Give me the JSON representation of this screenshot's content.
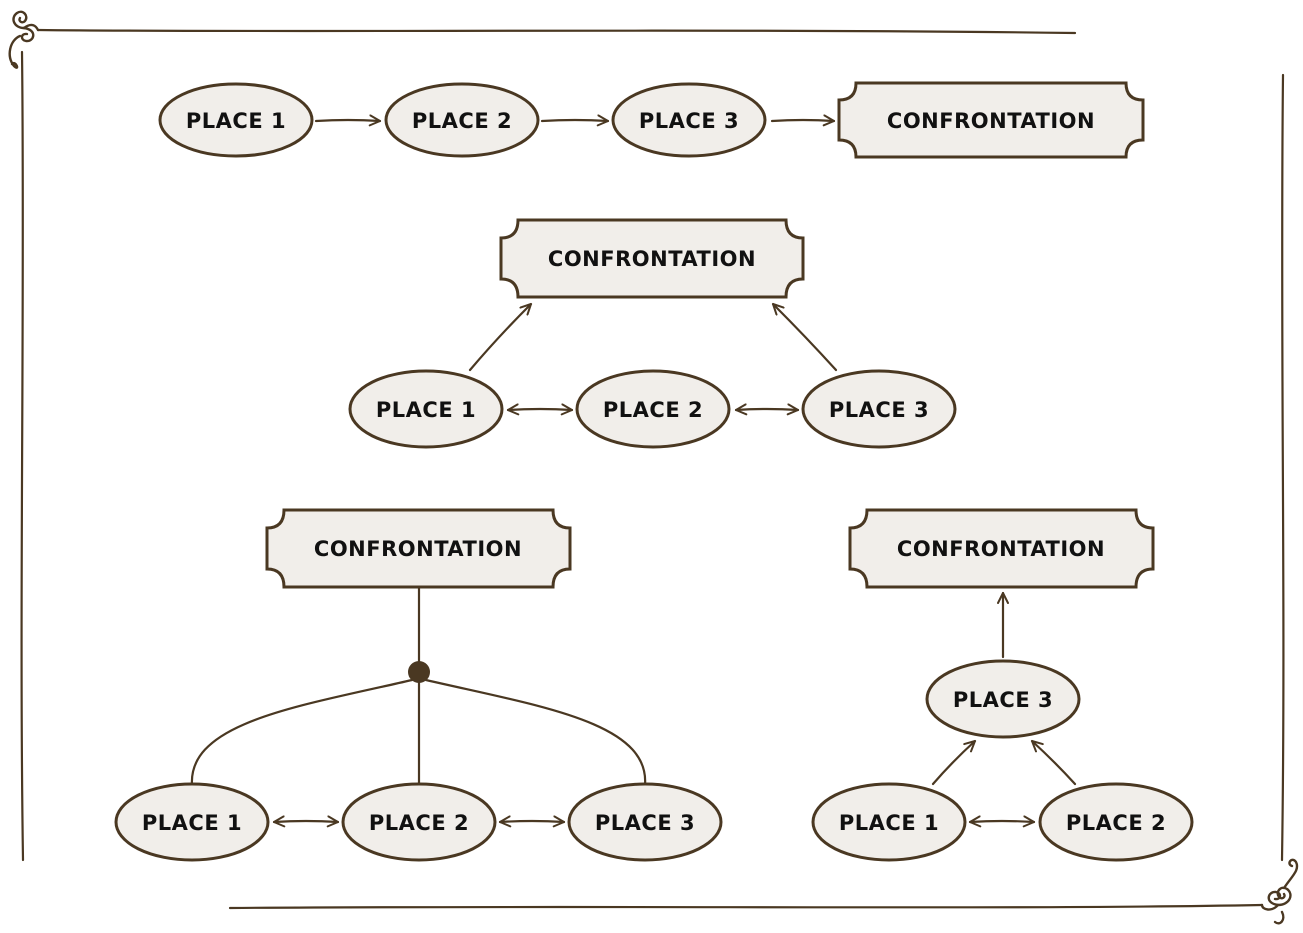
{
  "labels": {
    "confrontation": "CONFRONTATION",
    "place1": "PLACE 1",
    "place2": "PLACE 2",
    "place3": "PLACE 3"
  },
  "colors": {
    "ink": "#4a3822",
    "fill": "#f1eeea",
    "text": "#111111"
  },
  "icons": {
    "corner_top_left": "spiral-ornament",
    "corner_bottom_right": "spiral-ornament"
  },
  "diagrams": [
    {
      "id": "linear",
      "nodes": [
        "place1",
        "place2",
        "place3",
        "confrontation"
      ],
      "edges": [
        [
          "place1",
          "place2",
          "directed"
        ],
        [
          "place2",
          "place3",
          "directed"
        ],
        [
          "place3",
          "confrontation",
          "directed"
        ]
      ]
    },
    {
      "id": "triangle",
      "nodes": [
        "confrontation",
        "place1",
        "place2",
        "place3"
      ],
      "edges": [
        [
          "place1",
          "place2",
          "bidirectional"
        ],
        [
          "place2",
          "place3",
          "bidirectional"
        ],
        [
          "place1",
          "confrontation",
          "directed"
        ],
        [
          "place3",
          "confrontation",
          "directed"
        ]
      ]
    },
    {
      "id": "junction",
      "nodes": [
        "confrontation",
        "place1",
        "place2",
        "place3"
      ],
      "edges": [
        [
          "place1",
          "place2",
          "bidirectional"
        ],
        [
          "place2",
          "place3",
          "bidirectional"
        ],
        [
          "place1",
          "junction",
          "line"
        ],
        [
          "place2",
          "junction",
          "line"
        ],
        [
          "place3",
          "junction",
          "line"
        ],
        [
          "junction",
          "confrontation",
          "line"
        ]
      ]
    },
    {
      "id": "funnel",
      "nodes": [
        "confrontation",
        "place3",
        "place1",
        "place2"
      ],
      "edges": [
        [
          "place1",
          "place2",
          "bidirectional"
        ],
        [
          "place1",
          "place3",
          "directed"
        ],
        [
          "place2",
          "place3",
          "directed"
        ],
        [
          "place3",
          "confrontation",
          "directed"
        ]
      ]
    }
  ]
}
